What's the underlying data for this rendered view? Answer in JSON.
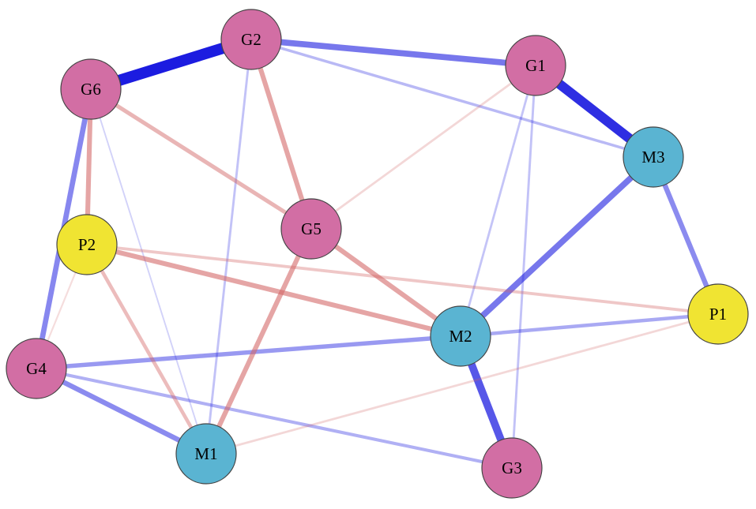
{
  "colors": {
    "group_g": "#d26ea4",
    "group_m": "#5ab4d2",
    "group_p": "#f0e432",
    "positive_edge": "#1c1ce0",
    "negative_edge": "#d26464",
    "node_outline": "#444444",
    "background": "#ffffff"
  },
  "nodes": [
    {
      "id": "G2",
      "label": "G2",
      "group": "G"
    },
    {
      "id": "G6",
      "label": "G6",
      "group": "G"
    },
    {
      "id": "G1",
      "label": "G1",
      "group": "G"
    },
    {
      "id": "M3",
      "label": "M3",
      "group": "M"
    },
    {
      "id": "P2",
      "label": "P2",
      "group": "P"
    },
    {
      "id": "G5",
      "label": "G5",
      "group": "G"
    },
    {
      "id": "P1",
      "label": "P1",
      "group": "P"
    },
    {
      "id": "M2",
      "label": "M2",
      "group": "M"
    },
    {
      "id": "G4",
      "label": "G4",
      "group": "G"
    },
    {
      "id": "M1",
      "label": "M1",
      "group": "M"
    },
    {
      "id": "G3",
      "label": "G3",
      "group": "G"
    }
  ],
  "edges": [
    {
      "source": "G2",
      "target": "G6",
      "sign": "positive",
      "strength": 1.0
    },
    {
      "source": "G1",
      "target": "M3",
      "sign": "positive",
      "strength": 0.85
    },
    {
      "source": "M2",
      "target": "G3",
      "sign": "positive",
      "strength": 0.65
    },
    {
      "source": "G2",
      "target": "G1",
      "sign": "positive",
      "strength": 0.5
    },
    {
      "source": "M3",
      "target": "M2",
      "sign": "positive",
      "strength": 0.5
    },
    {
      "source": "G6",
      "target": "G4",
      "sign": "positive",
      "strength": 0.42
    },
    {
      "source": "M3",
      "target": "P1",
      "sign": "positive",
      "strength": 0.4
    },
    {
      "source": "G4",
      "target": "M1",
      "sign": "positive",
      "strength": 0.4
    },
    {
      "source": "G4",
      "target": "M2",
      "sign": "positive",
      "strength": 0.33
    },
    {
      "source": "M2",
      "target": "P1",
      "sign": "positive",
      "strength": 0.25
    },
    {
      "source": "G2",
      "target": "M3",
      "sign": "positive",
      "strength": 0.18
    },
    {
      "source": "G4",
      "target": "G3",
      "sign": "positive",
      "strength": 0.22
    },
    {
      "source": "G2",
      "target": "M1",
      "sign": "positive",
      "strength": 0.13
    },
    {
      "source": "G1",
      "target": "M2",
      "sign": "positive",
      "strength": 0.12
    },
    {
      "source": "G1",
      "target": "G3",
      "sign": "positive",
      "strength": 0.13
    },
    {
      "source": "G6",
      "target": "M1",
      "sign": "positive",
      "strength": 0.05
    },
    {
      "source": "G2",
      "target": "G5",
      "sign": "negative",
      "strength": 0.38
    },
    {
      "source": "G6",
      "target": "P2",
      "sign": "negative",
      "strength": 0.38
    },
    {
      "source": "G5",
      "target": "M2",
      "sign": "negative",
      "strength": 0.38
    },
    {
      "source": "P2",
      "target": "M2",
      "sign": "negative",
      "strength": 0.38
    },
    {
      "source": "G5",
      "target": "M1",
      "sign": "negative",
      "strength": 0.38
    },
    {
      "source": "G6",
      "target": "G5",
      "sign": "negative",
      "strength": 0.3
    },
    {
      "source": "P2",
      "target": "M1",
      "sign": "negative",
      "strength": 0.26
    },
    {
      "source": "P2",
      "target": "P1",
      "sign": "negative",
      "strength": 0.2
    },
    {
      "source": "G1",
      "target": "G5",
      "sign": "negative",
      "strength": 0.12
    },
    {
      "source": "M1",
      "target": "P1",
      "sign": "negative",
      "strength": 0.12
    },
    {
      "source": "P2",
      "target": "G4",
      "sign": "negative",
      "strength": 0.08
    }
  ]
}
